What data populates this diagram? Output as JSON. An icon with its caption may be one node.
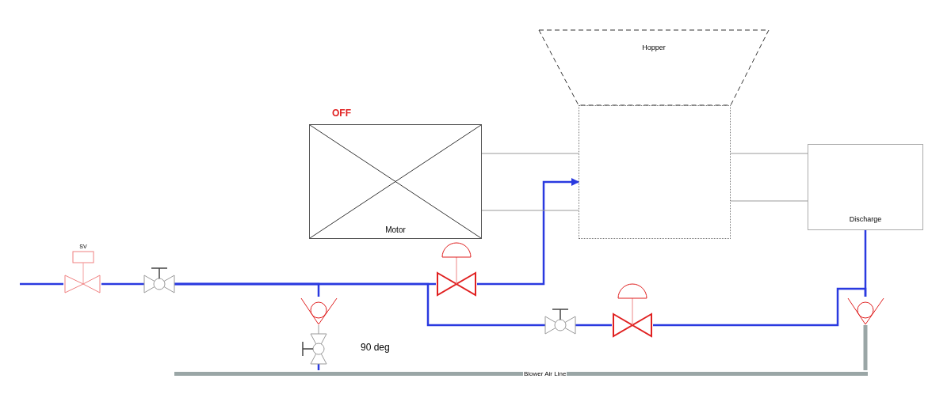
{
  "diagram": {
    "nodes": [
      {
        "text": [
          "Hopper"
        ]
      },
      {
        "text": [
          "Motor"
        ],
        "beside": [
          "OFF"
        ]
      },
      {
        "text": [],
        "shape": "box"
      },
      {
        "text": [
          "Discharge"
        ]
      },
      {
        "text": [
          "SV"
        ]
      },
      {
        "text": [],
        "shape": "valve"
      },
      {
        "text": [],
        "shape": "valve"
      },
      {
        "text": [],
        "shape": "valve"
      },
      {
        "text": [],
        "shape": "valve"
      },
      {
        "text": [],
        "shape": "valve"
      },
      {
        "text": [],
        "shape": "valve"
      },
      {
        "text": [],
        "shape": "valve"
      },
      {
        "text": [
          "Blower Air Line"
        ]
      }
    ],
    "edges": [
      {
        "from": null,
        "to": 4,
        "arrow": "none"
      },
      {
        "from": 4,
        "to": 5,
        "arrow": "none"
      },
      {
        "from": 5,
        "to": 6,
        "arrow": "none"
      },
      {
        "from": 5,
        "to": 7,
        "arrow": "none"
      },
      {
        "from": 5,
        "to": 9,
        "arrow": "none"
      },
      {
        "from": 6,
        "to": 2,
        "arrow": "to"
      },
      {
        "from": 7,
        "to": 8,
        "arrow": "none",
        "color": "#9a9a9a"
      },
      {
        "from": 8,
        "to": 12,
        "arrow": "none"
      },
      {
        "from": 9,
        "to": 10,
        "arrow": "none"
      },
      {
        "from": 10,
        "to": 11,
        "arrow": "none"
      },
      {
        "from": 3,
        "to": 11,
        "arrow": "none"
      },
      {
        "from": 12,
        "to": 11,
        "arrow": "none",
        "style": "thick",
        "color": "#9aa6a6"
      },
      {
        "from": 1,
        "to": 2,
        "arrow": "none",
        "color": "#9a9a9a"
      },
      {
        "from": 1,
        "to": 2,
        "arrow": "none",
        "color": "#9a9a9a"
      },
      {
        "from": 2,
        "to": 3,
        "arrow": "none",
        "color": "#9a9a9a"
      },
      {
        "from": 2,
        "to": 3,
        "arrow": "none",
        "color": "#9a9a9a"
      }
    ],
    "labels": [
      "90 deg"
    ]
  }
}
